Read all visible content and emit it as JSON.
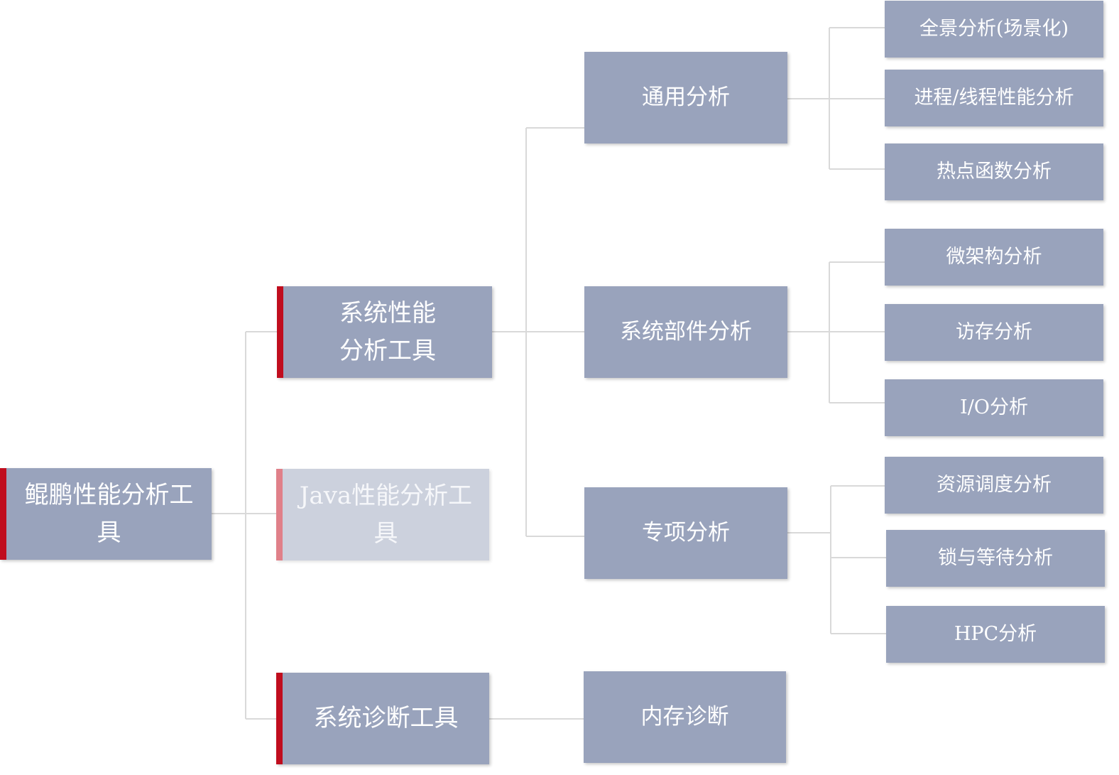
{
  "diagram": {
    "root": {
      "label": "鲲鹏性能分析工具"
    },
    "level1": [
      {
        "label": "系统性能分析工具"
      },
      {
        "label": "Java性能分析工具"
      },
      {
        "label": "系统诊断工具"
      }
    ],
    "level2": [
      {
        "label": "通用分析"
      },
      {
        "label": "系统部件分析"
      },
      {
        "label": "专项分析"
      },
      {
        "label": "内存诊断"
      }
    ],
    "level3": [
      {
        "label": "全景分析(场景化)"
      },
      {
        "label": "进程/线程性能分析"
      },
      {
        "label": "热点函数分析"
      },
      {
        "label": "微架构分析"
      },
      {
        "label": "访存分析"
      },
      {
        "label": "I/O分析"
      },
      {
        "label": "资源调度分析"
      },
      {
        "label": "锁与等待分析"
      },
      {
        "label": "HPC分析"
      }
    ]
  },
  "colors": {
    "node_fill": "#99a3bc",
    "node_fill_faded": "#ccd1dd",
    "accent_bar": "#c00d1e",
    "connector": "#d9d9d9"
  }
}
